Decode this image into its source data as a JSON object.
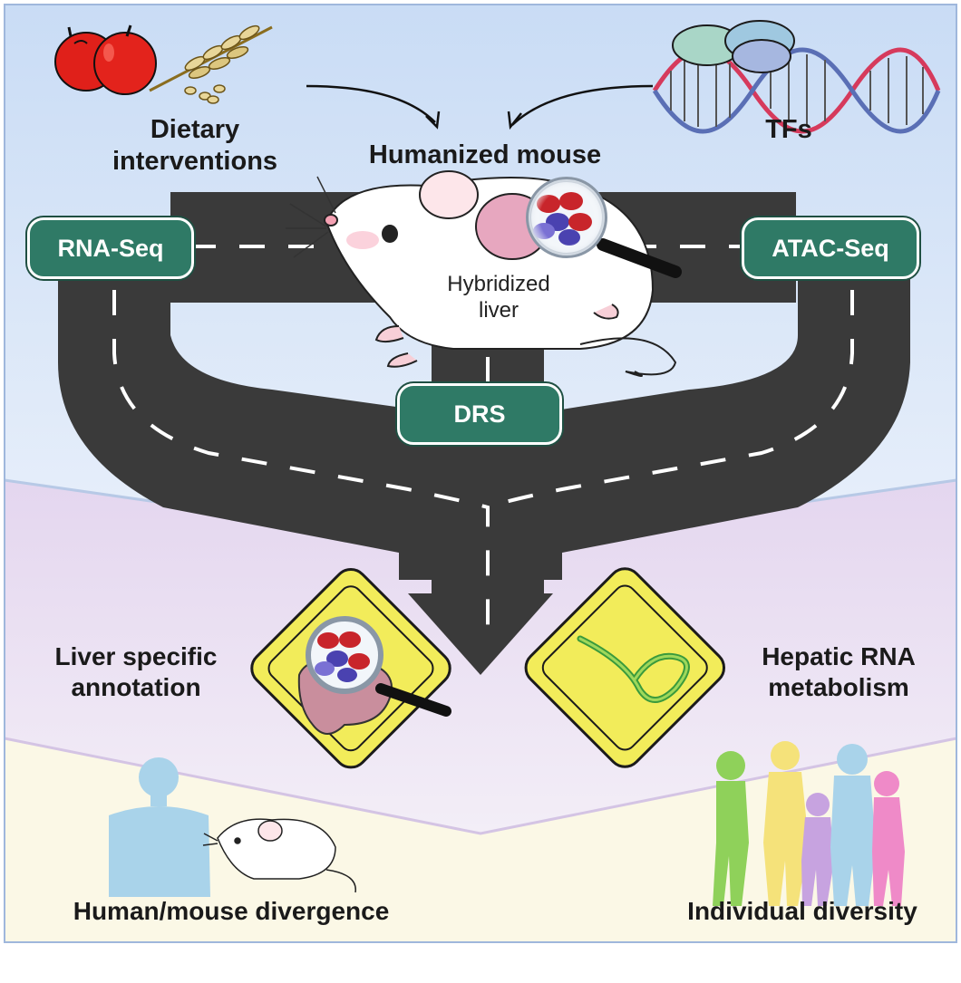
{
  "inputs": {
    "dietary": "Dietary\ninterventions",
    "tfs": "TFs",
    "center": "Humanized mouse"
  },
  "assays": {
    "rna_seq": "RNA-Seq",
    "atac_seq": "ATAC-Seq",
    "drs": "DRS"
  },
  "mouse_label": "Hybridized\nliver",
  "outcomes": {
    "liver_annotation": "Liver specific\nannotation",
    "hepatic_rna": "Hepatic RNA\nmetabolism",
    "divergence": "Human/mouse divergence",
    "diversity": "Individual diversity"
  },
  "colors": {
    "top_band": "#dde9f8",
    "middle_band": "#ece4f3",
    "bottom_band": "#fbf8e6",
    "road": "#3a3a3a",
    "pill": "#2f7a66",
    "sign": "#f2ec5a"
  }
}
